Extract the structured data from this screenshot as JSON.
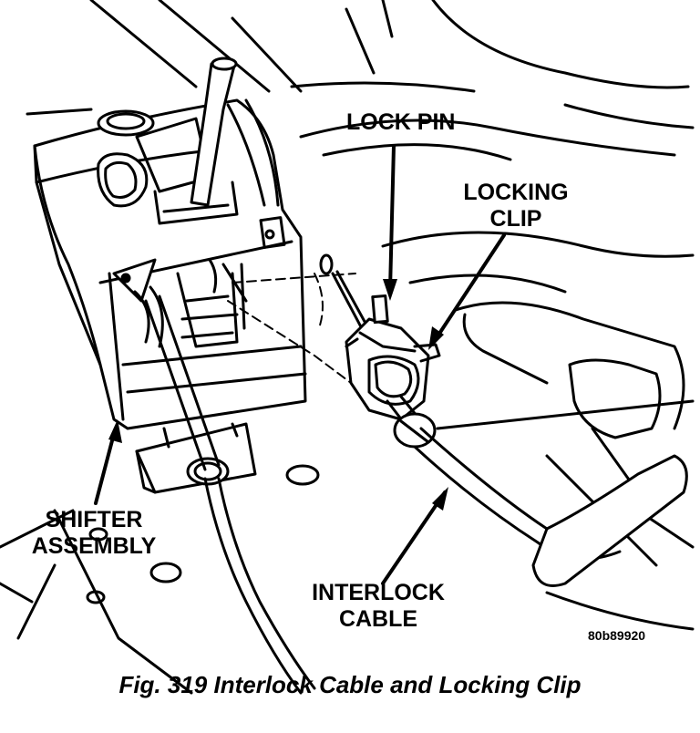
{
  "labels": {
    "lock_pin": "LOCK PIN",
    "locking_clip_line1": "LOCKING",
    "locking_clip_line2": "CLIP",
    "shifter_line1": "SHIFTER",
    "shifter_line2": "ASSEMBLY",
    "interlock_line1": "INTERLOCK",
    "interlock_line2": "CABLE"
  },
  "figure_code": "80b89920",
  "caption": "Fig. 319 Interlock Cable and Locking Clip"
}
